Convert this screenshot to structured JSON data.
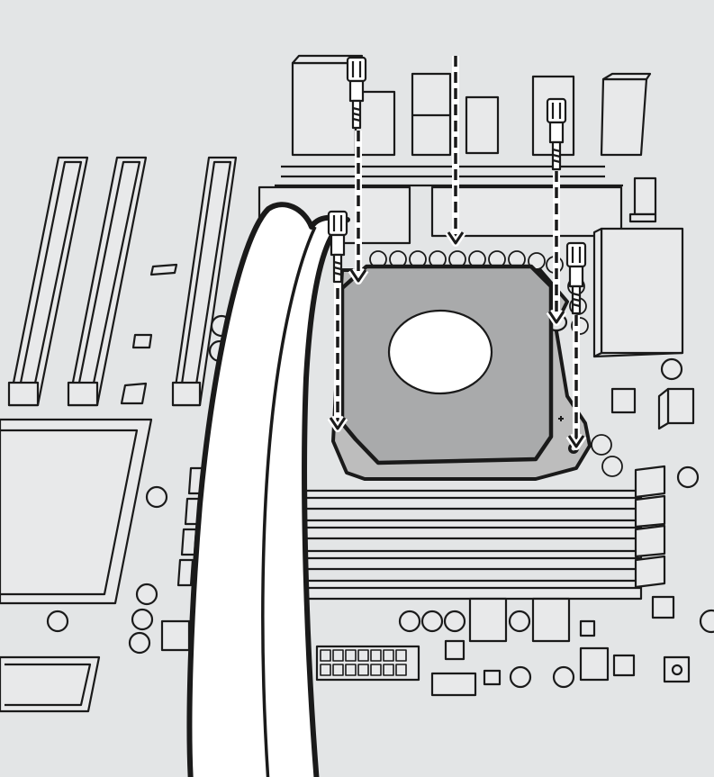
{
  "figure": {
    "background": "#e3e5e6",
    "board_fill": "#e8e9ea",
    "stroke": "#1a1a1a",
    "pump_fill": "#a9aaab",
    "bracket_fill": "#bdbdbd",
    "tube_fill": "#ffffff",
    "arrow_color": "#1a1a1a"
  },
  "parts": {
    "screw_count": 4,
    "pcie_slot_count": 3,
    "ram_slot_count": 4,
    "pump_icon": "cpu-water-block-pump",
    "screw_icon": "thumb-screw-icon",
    "arrow_icon": "dashed-down-arrow-icon"
  }
}
